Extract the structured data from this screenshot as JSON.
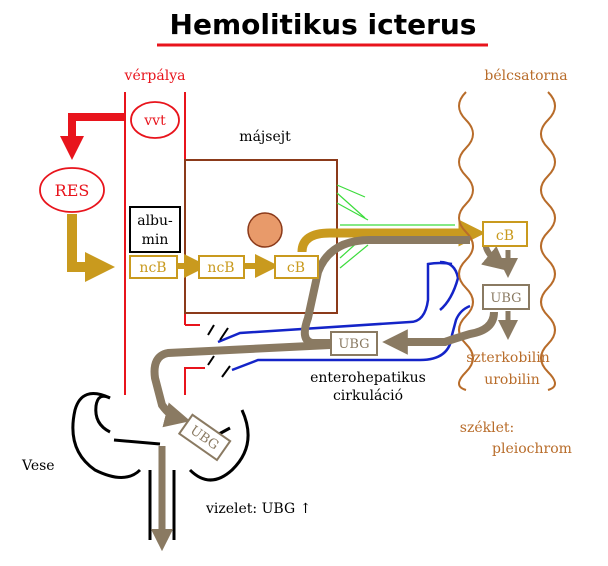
{
  "title": "Hemolitikus icterus",
  "labels": {
    "verpalya": "vérpálya",
    "belcsatorna": "bélcsatorna",
    "majsejt": "májsejt",
    "vvt": "vvt",
    "res": "RES",
    "albumin_line1": "albu-",
    "albumin_line2": "min",
    "ncb": "ncB",
    "cb": "cB",
    "ubg": "UBG",
    "sterkobilin": "szterkobilin",
    "urobilin": "urobilin",
    "enterohep_line1": "enterohepatikus",
    "enterohep_line2": "cirkuláció",
    "szeklet_line1": "széklet:",
    "szeklet_line2": "pleiochrom",
    "vese": "Vese",
    "vizelet": "vizelet: UBG ↑"
  },
  "colors": {
    "blood": "#e8141c",
    "gold": "#c99a1e",
    "brown_arrow": "#8a7a62",
    "gut": "#b86c2a",
    "liver": "#8b3a1a",
    "nucleus": "#e89a6a",
    "portal": "#1424c8",
    "bile": "#3cdc3c"
  }
}
